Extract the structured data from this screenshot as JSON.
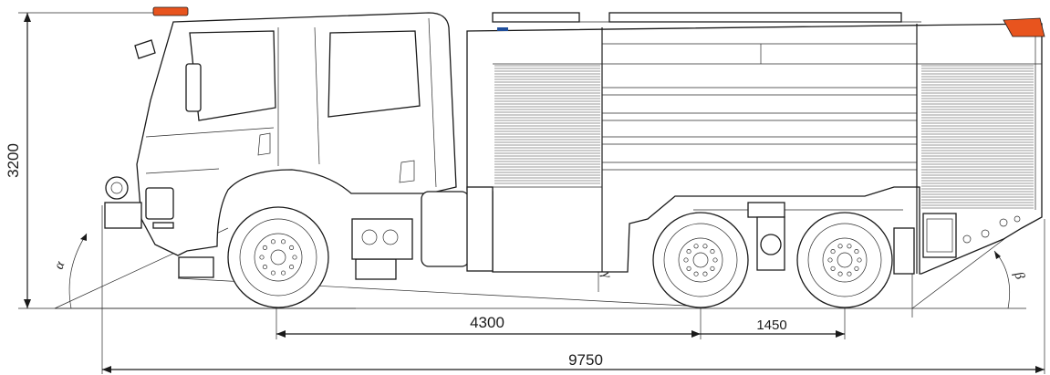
{
  "dimensions": {
    "height": "3200",
    "wheelbase": "4300",
    "tandem_spacing": "1450",
    "overall_length": "9750"
  },
  "angles": {
    "approach": "α",
    "departure": "β",
    "ramp": "γ"
  },
  "colors": {
    "line": "#1a1a1a",
    "beacon": "#e8541e",
    "rear_cap": "#e8541e",
    "marker": "#1f4e9c"
  }
}
